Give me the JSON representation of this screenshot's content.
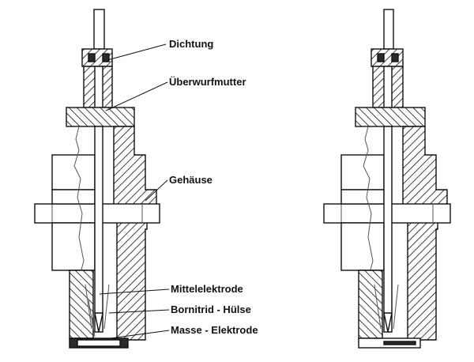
{
  "labels": {
    "dichtung": "Dichtung",
    "ueberwurfmutter": "Überwurfmutter",
    "gehaeuse": "Gehäuse",
    "mittelelektrode": "Mittelelektrode",
    "bornitrid_huelse": "Bornitrid - Hülse",
    "masse_elektrode": "Masse - Elektrode"
  }
}
